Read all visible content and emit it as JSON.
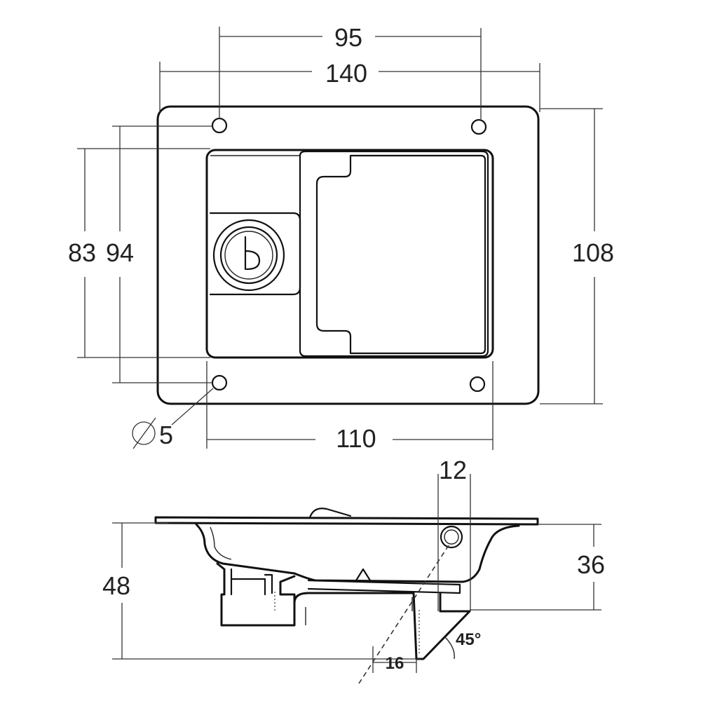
{
  "dimensions": {
    "top_hole_spacing": "95",
    "overall_width": "140",
    "inner_height": "83",
    "hole_spacing_vertical": "94",
    "overall_height": "108",
    "hole_diameter": "5",
    "inner_width": "110",
    "side_offset": "12",
    "side_height": "36",
    "total_depth": "48",
    "bottom_offset": "16",
    "angle": "45°"
  },
  "icons": {
    "diameter_symbol": "diameter-symbol-icon",
    "lock": "key-lock-icon"
  }
}
